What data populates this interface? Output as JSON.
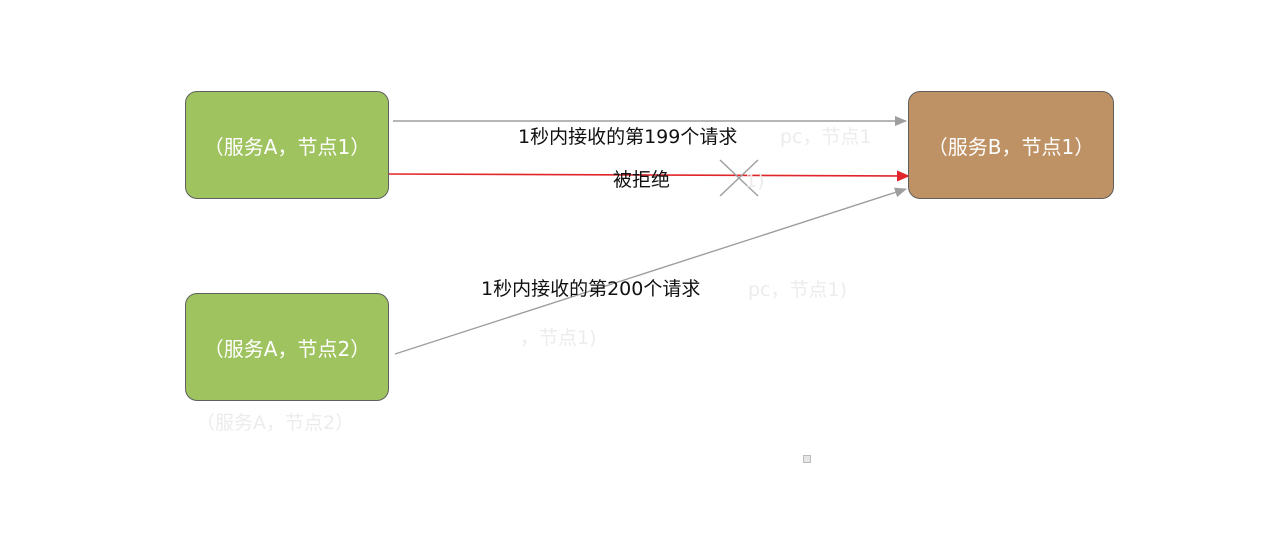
{
  "nodes": {
    "service_a_node1": "（服务A，节点1）",
    "service_a_node2": "（服务A，节点2）",
    "service_b_node1": "（服务B，节点1）"
  },
  "edges": {
    "request_199_label": "1秒内接收的第199个请求",
    "rejected_label": "被拒绝",
    "request_200_label": "1秒内接收的第200个请求"
  },
  "ghost_text": {
    "g1": "pc，节点1",
    "g2": "1)",
    "g3": "pc，节点1)",
    "g4": "，节点1)",
    "g5": "（服务A，节点2）"
  },
  "colors": {
    "service_a_fill": "#9ec35f",
    "service_b_fill": "#bf9265",
    "normal_arrow": "#9e9e9e",
    "rejected_arrow": "#e0262b",
    "reject_mark": "#a0a0a0"
  }
}
